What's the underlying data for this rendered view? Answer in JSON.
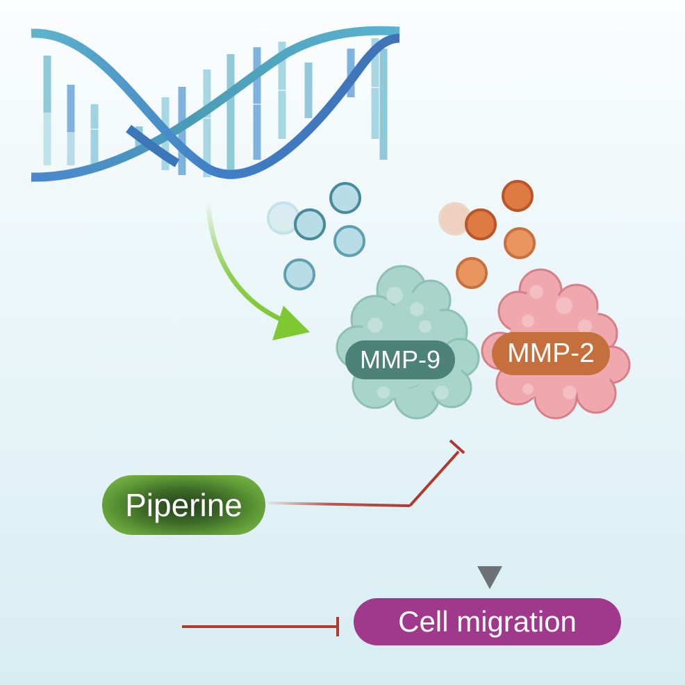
{
  "labels": {
    "mmp9": "MMP-9",
    "mmp2": "MMP-2",
    "inhibitor": "Piperine",
    "outcome": "Cell migration"
  },
  "relations": [
    {
      "from": "DNA",
      "to": "MMP-9 / MMP-2",
      "kind": "expression",
      "color": "#7ec832"
    },
    {
      "from": "Piperine",
      "to": "MMP-9 / MMP-2",
      "kind": "inhibition",
      "color": "#b03a30"
    },
    {
      "from": "MMP-9 / MMP-2",
      "to": "Cell migration",
      "kind": "promotion",
      "color": "#6e7276"
    },
    {
      "from": "Piperine",
      "to": "Cell migration",
      "kind": "inhibition",
      "color": "#b03a30"
    }
  ],
  "icons": [
    "dna-double-helix-icon",
    "mmp9-protein-blob-icon",
    "mmp2-protein-blob-icon",
    "teal-molecule-dots-icon",
    "orange-molecule-dots-icon"
  ],
  "colors": {
    "dna_strand_dark": "#3f7fc7",
    "dna_strand_light": "#58b1c8",
    "expression_arrow": "#7ec832",
    "mmp9_pill": "#4d8277",
    "mmp9_blob": "#a9d4c9",
    "mmp2_pill": "#c5703c",
    "mmp2_blob": "#eea8ae",
    "piperine_pill": "#5f9a36",
    "cell_migration_pill": "#a0398c",
    "inhibition_line": "#b03a30",
    "promotion_arrow": "#6e7276"
  }
}
